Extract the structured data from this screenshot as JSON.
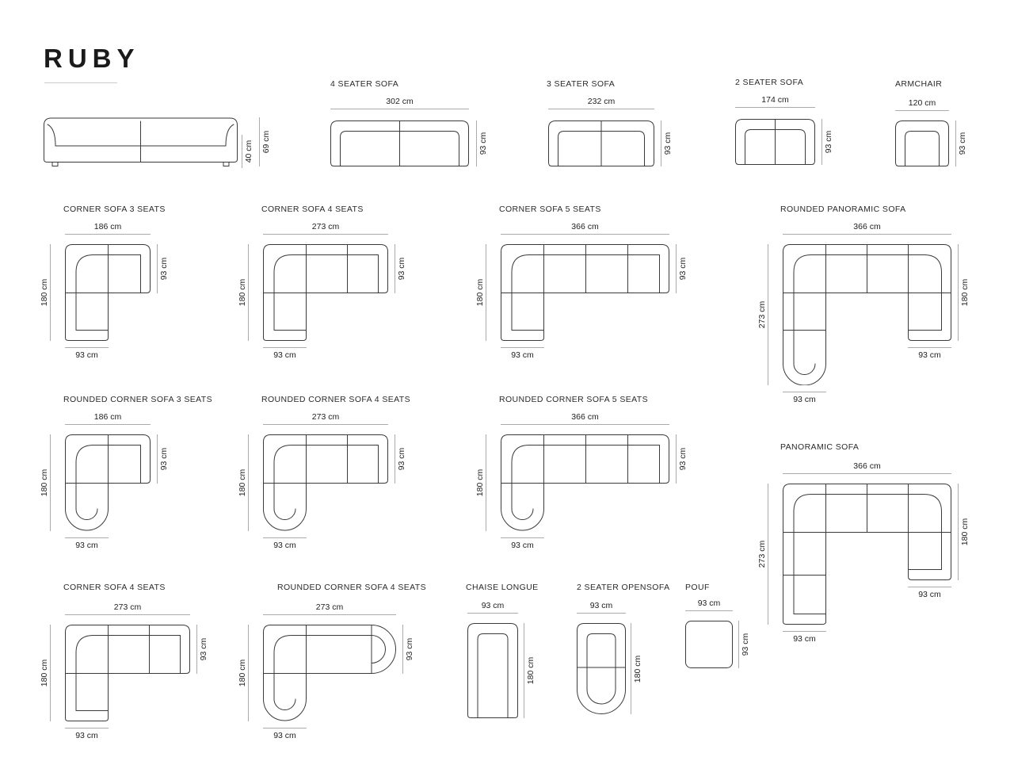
{
  "brand": {
    "title": "RUBY"
  },
  "colors": {
    "line": "#3a3a3a",
    "dim_line": "#ababab",
    "text": "#1f1f1f"
  },
  "figures": {
    "front_sofa": {
      "dim_height_total": "69 cm",
      "dim_height_seat": "40 cm"
    },
    "seater4": {
      "title": "4 SEATER SOFA",
      "dim_width": "302 cm",
      "dim_depth": "93 cm"
    },
    "seater3": {
      "title": "3 SEATER SOFA",
      "dim_width": "232 cm",
      "dim_depth": "93 cm"
    },
    "seater2": {
      "title": "2 SEATER SOFA",
      "dim_width": "174 cm",
      "dim_depth": "93 cm"
    },
    "armchair": {
      "title": "ARMCHAIR",
      "dim_width": "120 cm",
      "dim_depth": "93 cm"
    },
    "corner3": {
      "title": "CORNER SOFA 3 SEATS",
      "dim_width": "186 cm",
      "dim_left": "180 cm",
      "dim_right": "93 cm",
      "dim_bottom": "93 cm"
    },
    "corner4": {
      "title": "CORNER SOFA 4 SEATS",
      "dim_width": "273 cm",
      "dim_left": "180 cm",
      "dim_right": "93 cm",
      "dim_bottom": "93 cm"
    },
    "corner5": {
      "title": "CORNER SOFA 5 SEATS",
      "dim_width": "366 cm",
      "dim_left": "180 cm",
      "dim_right": "93 cm",
      "dim_bottom": "93 cm"
    },
    "rounded_panoramic": {
      "title": "ROUNDED PANORAMIC SOFA",
      "dim_width": "366 cm",
      "dim_left": "273 cm",
      "dim_right": "180 cm",
      "dim_mid": "93 cm",
      "dim_bottom": "93 cm"
    },
    "rounded_corner3": {
      "title": "ROUNDED CORNER SOFA 3 SEATS",
      "dim_width": "186 cm",
      "dim_left": "180 cm",
      "dim_right": "93 cm",
      "dim_bottom": "93 cm"
    },
    "rounded_corner4": {
      "title": "ROUNDED CORNER SOFA 4 SEATS",
      "dim_width": "273 cm",
      "dim_left": "180 cm",
      "dim_right": "93 cm",
      "dim_bottom": "93 cm"
    },
    "rounded_corner5": {
      "title": "ROUNDED CORNER SOFA 5 SEATS",
      "dim_width": "366 cm",
      "dim_left": "180 cm",
      "dim_right": "93 cm",
      "dim_bottom": "93 cm"
    },
    "panoramic": {
      "title": "PANORAMIC SOFA",
      "dim_width": "366 cm",
      "dim_left": "273 cm",
      "dim_right": "180 cm",
      "dim_mid": "93 cm",
      "dim_bottom": "93 cm"
    },
    "corner4_right": {
      "title": "CORNER SOFA 4 SEATS",
      "dim_width": "273 cm",
      "dim_left": "180 cm",
      "dim_right": "93 cm",
      "dim_bottom": "93 cm"
    },
    "rounded_corner4_right": {
      "title": "ROUNDED CORNER SOFA 4 SEATS",
      "dim_width": "273 cm",
      "dim_left": "180 cm",
      "dim_right": "93 cm",
      "dim_bottom": "93 cm"
    },
    "chaise_longue": {
      "title": "CHAISE LONGUE",
      "dim_width": "93 cm",
      "dim_right": "180 cm"
    },
    "opensofa2": {
      "title": "2 SEATER OPENSOFA",
      "dim_width": "93 cm",
      "dim_right": "180 cm"
    },
    "pouf": {
      "title": "POUF",
      "dim_width": "93 cm",
      "dim_right": "93 cm"
    }
  }
}
